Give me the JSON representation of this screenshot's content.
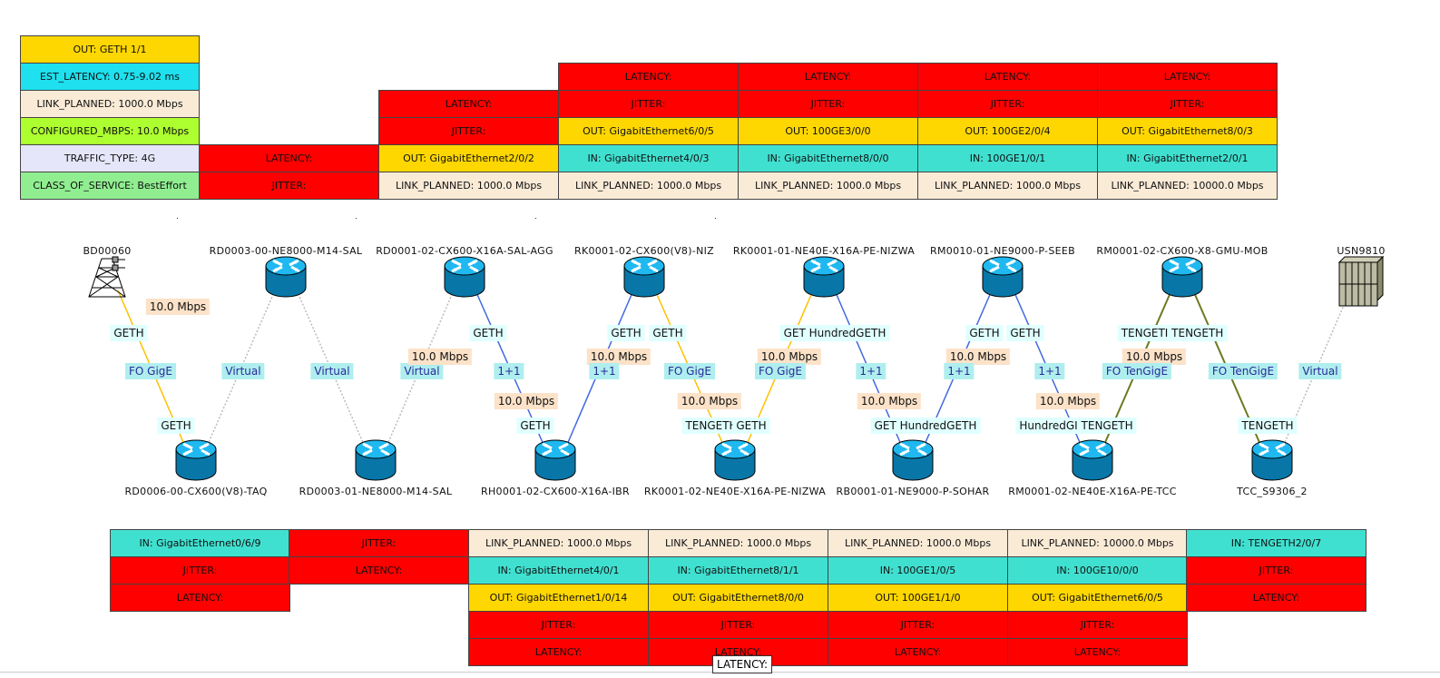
{
  "legend": [
    {
      "text": "OUT: GETH 1/1",
      "color": "#FFD700"
    },
    {
      "text": "EST_LATENCY: 0.75-9.02 ms",
      "color": "#1EE0EE"
    },
    {
      "text": "LINK_PLANNED: 1000.0 Mbps",
      "color": "#FAEBD7"
    },
    {
      "text": "CONFIGURED_MBPS: 10.0 Mbps",
      "color": "#ADFF2F"
    },
    {
      "text": "TRAFFIC_TYPE: 4G",
      "color": "#E6E6FA"
    },
    {
      "text": "CLASS_OF_SERVICE: BestEffort",
      "color": "#90EE90"
    }
  ],
  "top_tables": [
    [
      {
        "text": "LATENCY:",
        "color": "#FF0000"
      },
      {
        "text": "JITTER:",
        "color": "#FF0000"
      }
    ],
    [
      {
        "text": "LATENCY:",
        "color": "#FF0000"
      },
      {
        "text": "JITTER:",
        "color": "#FF0000"
      },
      {
        "text": "OUT: GigabitEthernet2/0/2",
        "color": "#FFD700"
      },
      {
        "text": "LINK_PLANNED: 1000.0 Mbps",
        "color": "#FAEBD7"
      }
    ],
    [
      {
        "text": "LATENCY:",
        "color": "#FF0000"
      },
      {
        "text": "JITTER:",
        "color": "#FF0000"
      },
      {
        "text": "OUT: GigabitEthernet6/0/5",
        "color": "#FFD700"
      },
      {
        "text": "IN: GigabitEthernet4/0/3",
        "color": "#40E0D0"
      },
      {
        "text": "LINK_PLANNED: 1000.0 Mbps",
        "color": "#FAEBD7"
      }
    ],
    [
      {
        "text": "LATENCY:",
        "color": "#FF0000"
      },
      {
        "text": "JITTER:",
        "color": "#FF0000"
      },
      {
        "text": "OUT: 100GE3/0/0",
        "color": "#FFD700"
      },
      {
        "text": "IN: GigabitEthernet8/0/0",
        "color": "#40E0D0"
      },
      {
        "text": "LINK_PLANNED: 1000.0 Mbps",
        "color": "#FAEBD7"
      }
    ],
    [
      {
        "text": "LATENCY:",
        "color": "#FF0000"
      },
      {
        "text": "JITTER:",
        "color": "#FF0000"
      },
      {
        "text": "OUT: 100GE2/0/4",
        "color": "#FFD700"
      },
      {
        "text": "IN: 100GE1/0/1",
        "color": "#40E0D0"
      },
      {
        "text": "LINK_PLANNED: 1000.0 Mbps",
        "color": "#FAEBD7"
      }
    ],
    [
      {
        "text": "LATENCY:",
        "color": "#FF0000"
      },
      {
        "text": "JITTER:",
        "color": "#FF0000"
      },
      {
        "text": "OUT: GigabitEthernet8/0/3",
        "color": "#FFD700"
      },
      {
        "text": "IN: GigabitEthernet2/0/1",
        "color": "#40E0D0"
      },
      {
        "text": "LINK_PLANNED: 10000.0 Mbps",
        "color": "#FAEBD7"
      }
    ]
  ],
  "bottom_tables": [
    [
      {
        "text": "IN: GigabitEthernet0/6/9",
        "color": "#40E0D0"
      },
      {
        "text": "JITTER:",
        "color": "#FF0000"
      },
      {
        "text": "LATENCY:",
        "color": "#FF0000"
      }
    ],
    [
      {
        "text": "JITTER:",
        "color": "#FF0000"
      },
      {
        "text": "LATENCY:",
        "color": "#FF0000"
      }
    ],
    [
      {
        "text": "LINK_PLANNED: 1000.0 Mbps",
        "color": "#FAEBD7"
      },
      {
        "text": "IN: GigabitEthernet4/0/1",
        "color": "#40E0D0"
      },
      {
        "text": "OUT: GigabitEthernet1/0/14",
        "color": "#FFD700"
      },
      {
        "text": "JITTER:",
        "color": "#FF0000"
      },
      {
        "text": "LATENCY:",
        "color": "#FF0000"
      }
    ],
    [
      {
        "text": "LINK_PLANNED: 1000.0 Mbps",
        "color": "#FAEBD7"
      },
      {
        "text": "IN: GigabitEthernet8/1/1",
        "color": "#40E0D0"
      },
      {
        "text": "OUT: GigabitEthernet8/0/0",
        "color": "#FFD700"
      },
      {
        "text": "JITTER:",
        "color": "#FF0000"
      },
      {
        "text": "LATENCY:",
        "color": "#FF0000"
      }
    ],
    [
      {
        "text": "LINK_PLANNED: 1000.0 Mbps",
        "color": "#FAEBD7"
      },
      {
        "text": "IN: 100GE1/0/5",
        "color": "#40E0D0"
      },
      {
        "text": "OUT: 100GE1/1/0",
        "color": "#FFD700"
      },
      {
        "text": "JITTER:",
        "color": "#FF0000"
      },
      {
        "text": "LATENCY:",
        "color": "#FF0000"
      }
    ],
    [
      {
        "text": "LINK_PLANNED: 10000.0 Mbps",
        "color": "#FAEBD7"
      },
      {
        "text": "IN: 100GE10/0/0",
        "color": "#40E0D0"
      },
      {
        "text": "OUT: GigabitEthernet6/0/5",
        "color": "#FFD700"
      },
      {
        "text": "JITTER:",
        "color": "#FF0000"
      },
      {
        "text": "LATENCY:",
        "color": "#FF0000"
      }
    ],
    [
      {
        "text": "IN: TENGETH2/0/7",
        "color": "#40E0D0"
      },
      {
        "text": "JITTER:",
        "color": "#FF0000"
      },
      {
        "text": "LATENCY:",
        "color": "#FF0000"
      }
    ]
  ],
  "nodes": [
    {
      "name": "BD00060",
      "icon": "cell-tower-icon"
    },
    {
      "name": "RD0003-00-NE8000-M14-SAL",
      "icon": "router-icon"
    },
    {
      "name": "RD0001-02-CX600-X16A-SAL-AGG",
      "icon": "router-icon"
    },
    {
      "name": "RK0001-02-CX600(V8)-NIZ",
      "icon": "router-icon"
    },
    {
      "name": "RK0001-01-NE40E-X16A-PE-NIZWA",
      "icon": "router-icon"
    },
    {
      "name": "RM0010-01-NE9000-P-SEEB",
      "icon": "router-icon"
    },
    {
      "name": "RM0001-02-CX600-X8-GMU-MOB",
      "icon": "router-icon"
    },
    {
      "name": "USN9810",
      "icon": "server-rack-icon"
    },
    {
      "name": "RD0006-00-CX600(V8)-TAQ",
      "icon": "router-icon"
    },
    {
      "name": "RD0003-01-NE8000-M14-SAL",
      "icon": "router-icon"
    },
    {
      "name": "RH0001-02-CX600-X16A-IBR",
      "icon": "router-icon"
    },
    {
      "name": "RK0001-02-NE40E-X16A-PE-NIZWA",
      "icon": "router-icon"
    },
    {
      "name": "RB0001-01-NE9000-P-SOHAR",
      "icon": "router-icon"
    },
    {
      "name": "RM0001-02-NE40E-X16A-PE-TCC",
      "icon": "router-icon"
    },
    {
      "name": "TCC_S9306_2",
      "icon": "router-icon"
    }
  ],
  "link_colors": {
    "fiber_gige": "#FFC000",
    "protected": "#4169E1",
    "virtual": "#BBBBBB",
    "tengige": "#6B7A1E"
  },
  "edge_labels": [
    {
      "text": "10.0 Mbps",
      "kind": "rate"
    },
    {
      "text": "GETH",
      "kind": "port"
    },
    {
      "text": "FO GigE",
      "kind": "medium"
    },
    {
      "text": "GETH",
      "kind": "port"
    },
    {
      "text": "Virtual",
      "kind": "medium"
    },
    {
      "text": "Virtual",
      "kind": "medium"
    },
    {
      "text": "Virtual",
      "kind": "medium"
    },
    {
      "text": "10.0 Mbps",
      "kind": "rate"
    },
    {
      "text": "GETH",
      "kind": "port"
    },
    {
      "text": "1+1",
      "kind": "medium"
    },
    {
      "text": "10.0 Mbps",
      "kind": "rate"
    },
    {
      "text": "GETH",
      "kind": "port"
    },
    {
      "text": "GETH",
      "kind": "port"
    },
    {
      "text": "GETH",
      "kind": "port"
    },
    {
      "text": "10.0 Mbps",
      "kind": "rate"
    },
    {
      "text": "1+1",
      "kind": "medium"
    },
    {
      "text": "FO GigE",
      "kind": "medium"
    },
    {
      "text": "10.0 Mbps",
      "kind": "rate"
    },
    {
      "text": "TENGETH",
      "kind": "port"
    },
    {
      "text": "GETH",
      "kind": "port"
    },
    {
      "text": "GET HundredGETH",
      "kind": "port"
    },
    {
      "text": "10.0 Mbps",
      "kind": "rate"
    },
    {
      "text": "FO GigE",
      "kind": "medium"
    },
    {
      "text": "1+1",
      "kind": "medium"
    },
    {
      "text": "10.0 Mbps",
      "kind": "rate"
    },
    {
      "text": "GET HundredGETH",
      "kind": "port"
    },
    {
      "text": "GETH",
      "kind": "port"
    },
    {
      "text": "GETH",
      "kind": "port"
    },
    {
      "text": "10.0 Mbps",
      "kind": "rate"
    },
    {
      "text": "1+1",
      "kind": "medium"
    },
    {
      "text": "1+1",
      "kind": "medium"
    },
    {
      "text": "10.0 Mbps",
      "kind": "rate"
    },
    {
      "text": "HundredGI TENGETH",
      "kind": "port"
    },
    {
      "text": "TENGETI TENGETH",
      "kind": "port"
    },
    {
      "text": "10.0 Mbps",
      "kind": "rate"
    },
    {
      "text": "FO TenGigE",
      "kind": "medium"
    },
    {
      "text": "FO TenGigE",
      "kind": "medium"
    },
    {
      "text": "TENGETH",
      "kind": "port"
    },
    {
      "text": "Virtual",
      "kind": "medium"
    }
  ],
  "tooltip": "LATENCY:"
}
